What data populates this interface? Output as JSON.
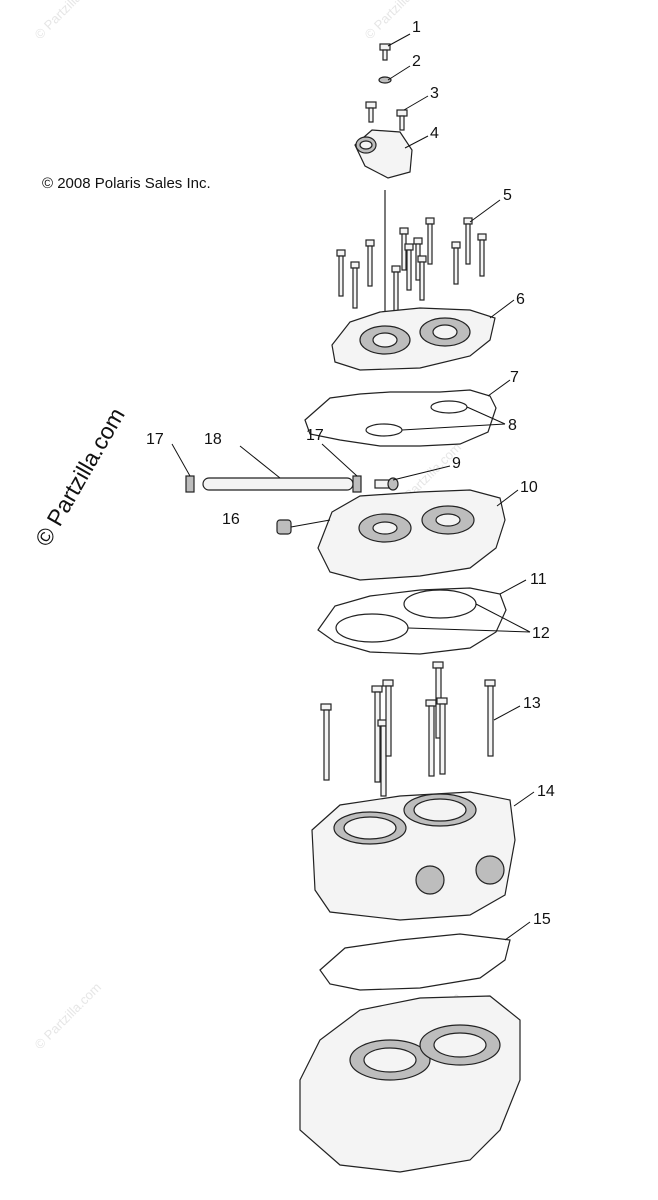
{
  "copyright": "© 2008 Polaris Sales Inc.",
  "watermark": "© Partzilla.com",
  "callouts": [
    "1",
    "2",
    "3",
    "4",
    "5",
    "6",
    "7",
    "8",
    "9",
    "10",
    "11",
    "12",
    "13",
    "14",
    "15",
    "16",
    "17",
    "17",
    "18"
  ]
}
